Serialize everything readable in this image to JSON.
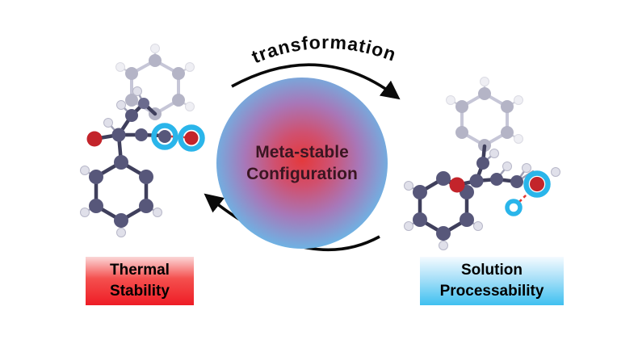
{
  "figure": {
    "transformation_label": "transformation",
    "center": {
      "line1": "Meta-stable",
      "line2": "Configuration"
    },
    "left_label": {
      "line1": "Thermal",
      "line2": "Stability"
    },
    "right_label": {
      "line1": "Solution",
      "line2": "Processability"
    },
    "colors": {
      "center_core_red": "#e4393c",
      "center_edge_blue": "#57c6f2",
      "thermal_red": "#ee1c25",
      "solution_blue": "#3fc0f0",
      "highlight_cyan": "#2ab5ea",
      "atom_dark": "#57577a",
      "atom_hydrogen": "#e0e0ea",
      "oxygen_red": "#c3242b",
      "arrow_black": "#0a0a0a"
    }
  }
}
